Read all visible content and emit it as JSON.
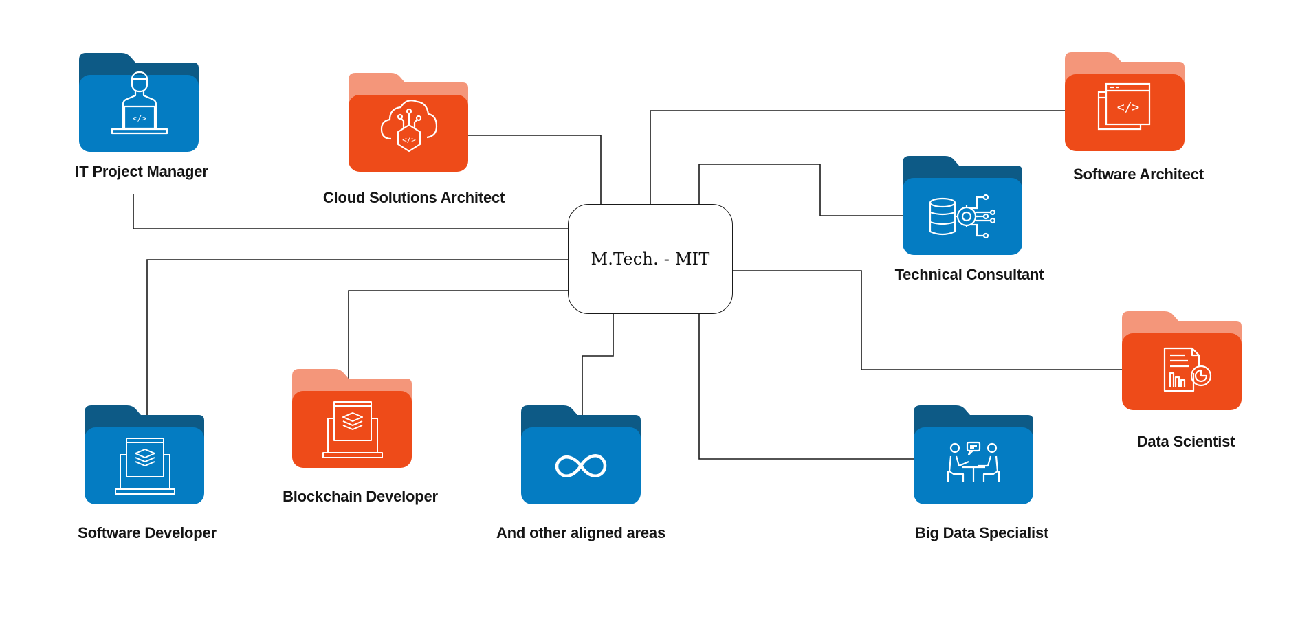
{
  "diagram": {
    "center": {
      "label": "M.Tech. - MIT"
    },
    "colors": {
      "blue_front": "#047CC2",
      "blue_back": "#0D5A86",
      "orange_front": "#EE4B19",
      "orange_back": "#F4967A",
      "line": "#1a1a1a"
    },
    "nodes": [
      {
        "id": "it-project-manager",
        "label": "IT Project Manager",
        "color": "blue",
        "icon": "developer-at-laptop-icon"
      },
      {
        "id": "cloud-solutions-architect",
        "label": "Cloud Solutions Architect",
        "color": "orange",
        "icon": "cloud-code-icon"
      },
      {
        "id": "software-architect",
        "label": "Software Architect",
        "color": "orange",
        "icon": "code-window-icon"
      },
      {
        "id": "technical-consultant",
        "label": "Technical Consultant",
        "color": "blue",
        "icon": "database-gear-icon"
      },
      {
        "id": "data-scientist",
        "label": "Data Scientist",
        "color": "orange",
        "icon": "report-chart-icon"
      },
      {
        "id": "big-data-specialist",
        "label": "Big Data Specialist",
        "color": "blue",
        "icon": "meeting-discussion-icon"
      },
      {
        "id": "other-aligned-areas",
        "label": "And other aligned areas",
        "color": "blue",
        "icon": "infinity-icon"
      },
      {
        "id": "blockchain-developer",
        "label": "Blockchain Developer",
        "color": "orange",
        "icon": "laptop-layers-icon"
      },
      {
        "id": "software-developer",
        "label": "Software Developer",
        "color": "blue",
        "icon": "laptop-layers-icon"
      }
    ]
  }
}
